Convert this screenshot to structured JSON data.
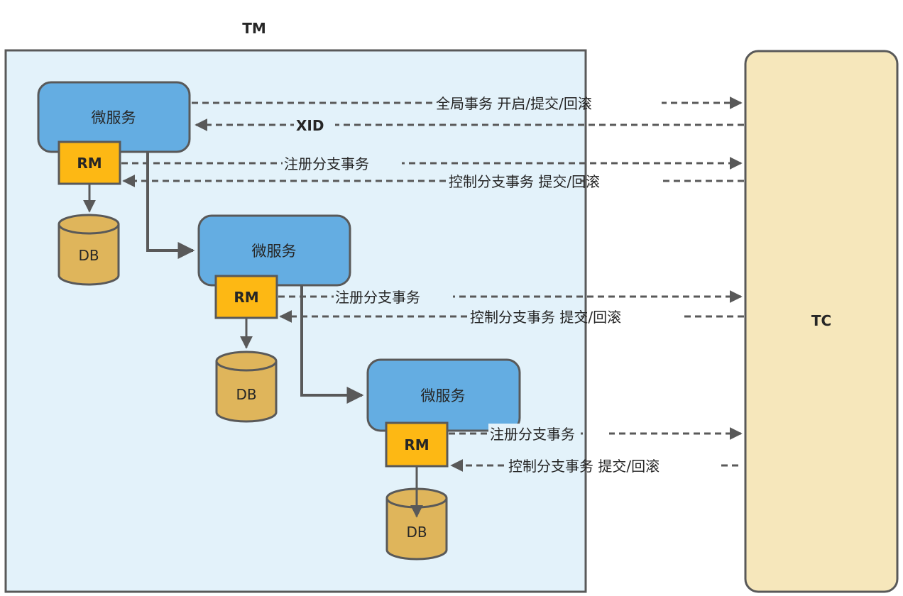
{
  "tm": {
    "title": "TM"
  },
  "tc": {
    "title": "TC"
  },
  "colors": {
    "tm_fill": "#e3f2fa",
    "tc_fill": "#f6e7bb",
    "service_fill": "#64ade2",
    "rm_fill": "#fdb814",
    "db_fill": "#dfb55b",
    "stroke": "#595959"
  },
  "services": [
    {
      "label": "微服务",
      "rm": "RM",
      "db": "DB",
      "register": "注册分支事务",
      "control": "控制分支事务 提交/回滚"
    },
    {
      "label": "微服务",
      "rm": "RM",
      "db": "DB",
      "register": "注册分支事务",
      "control": "控制分支事务 提交/回滚"
    },
    {
      "label": "微服务",
      "rm": "RM",
      "db": "DB",
      "register": "注册分支事务",
      "control": "控制分支事务 提交/回滚"
    }
  ],
  "global": {
    "begin": "全局事务 开启/提交/回滚",
    "xid": "XID"
  }
}
